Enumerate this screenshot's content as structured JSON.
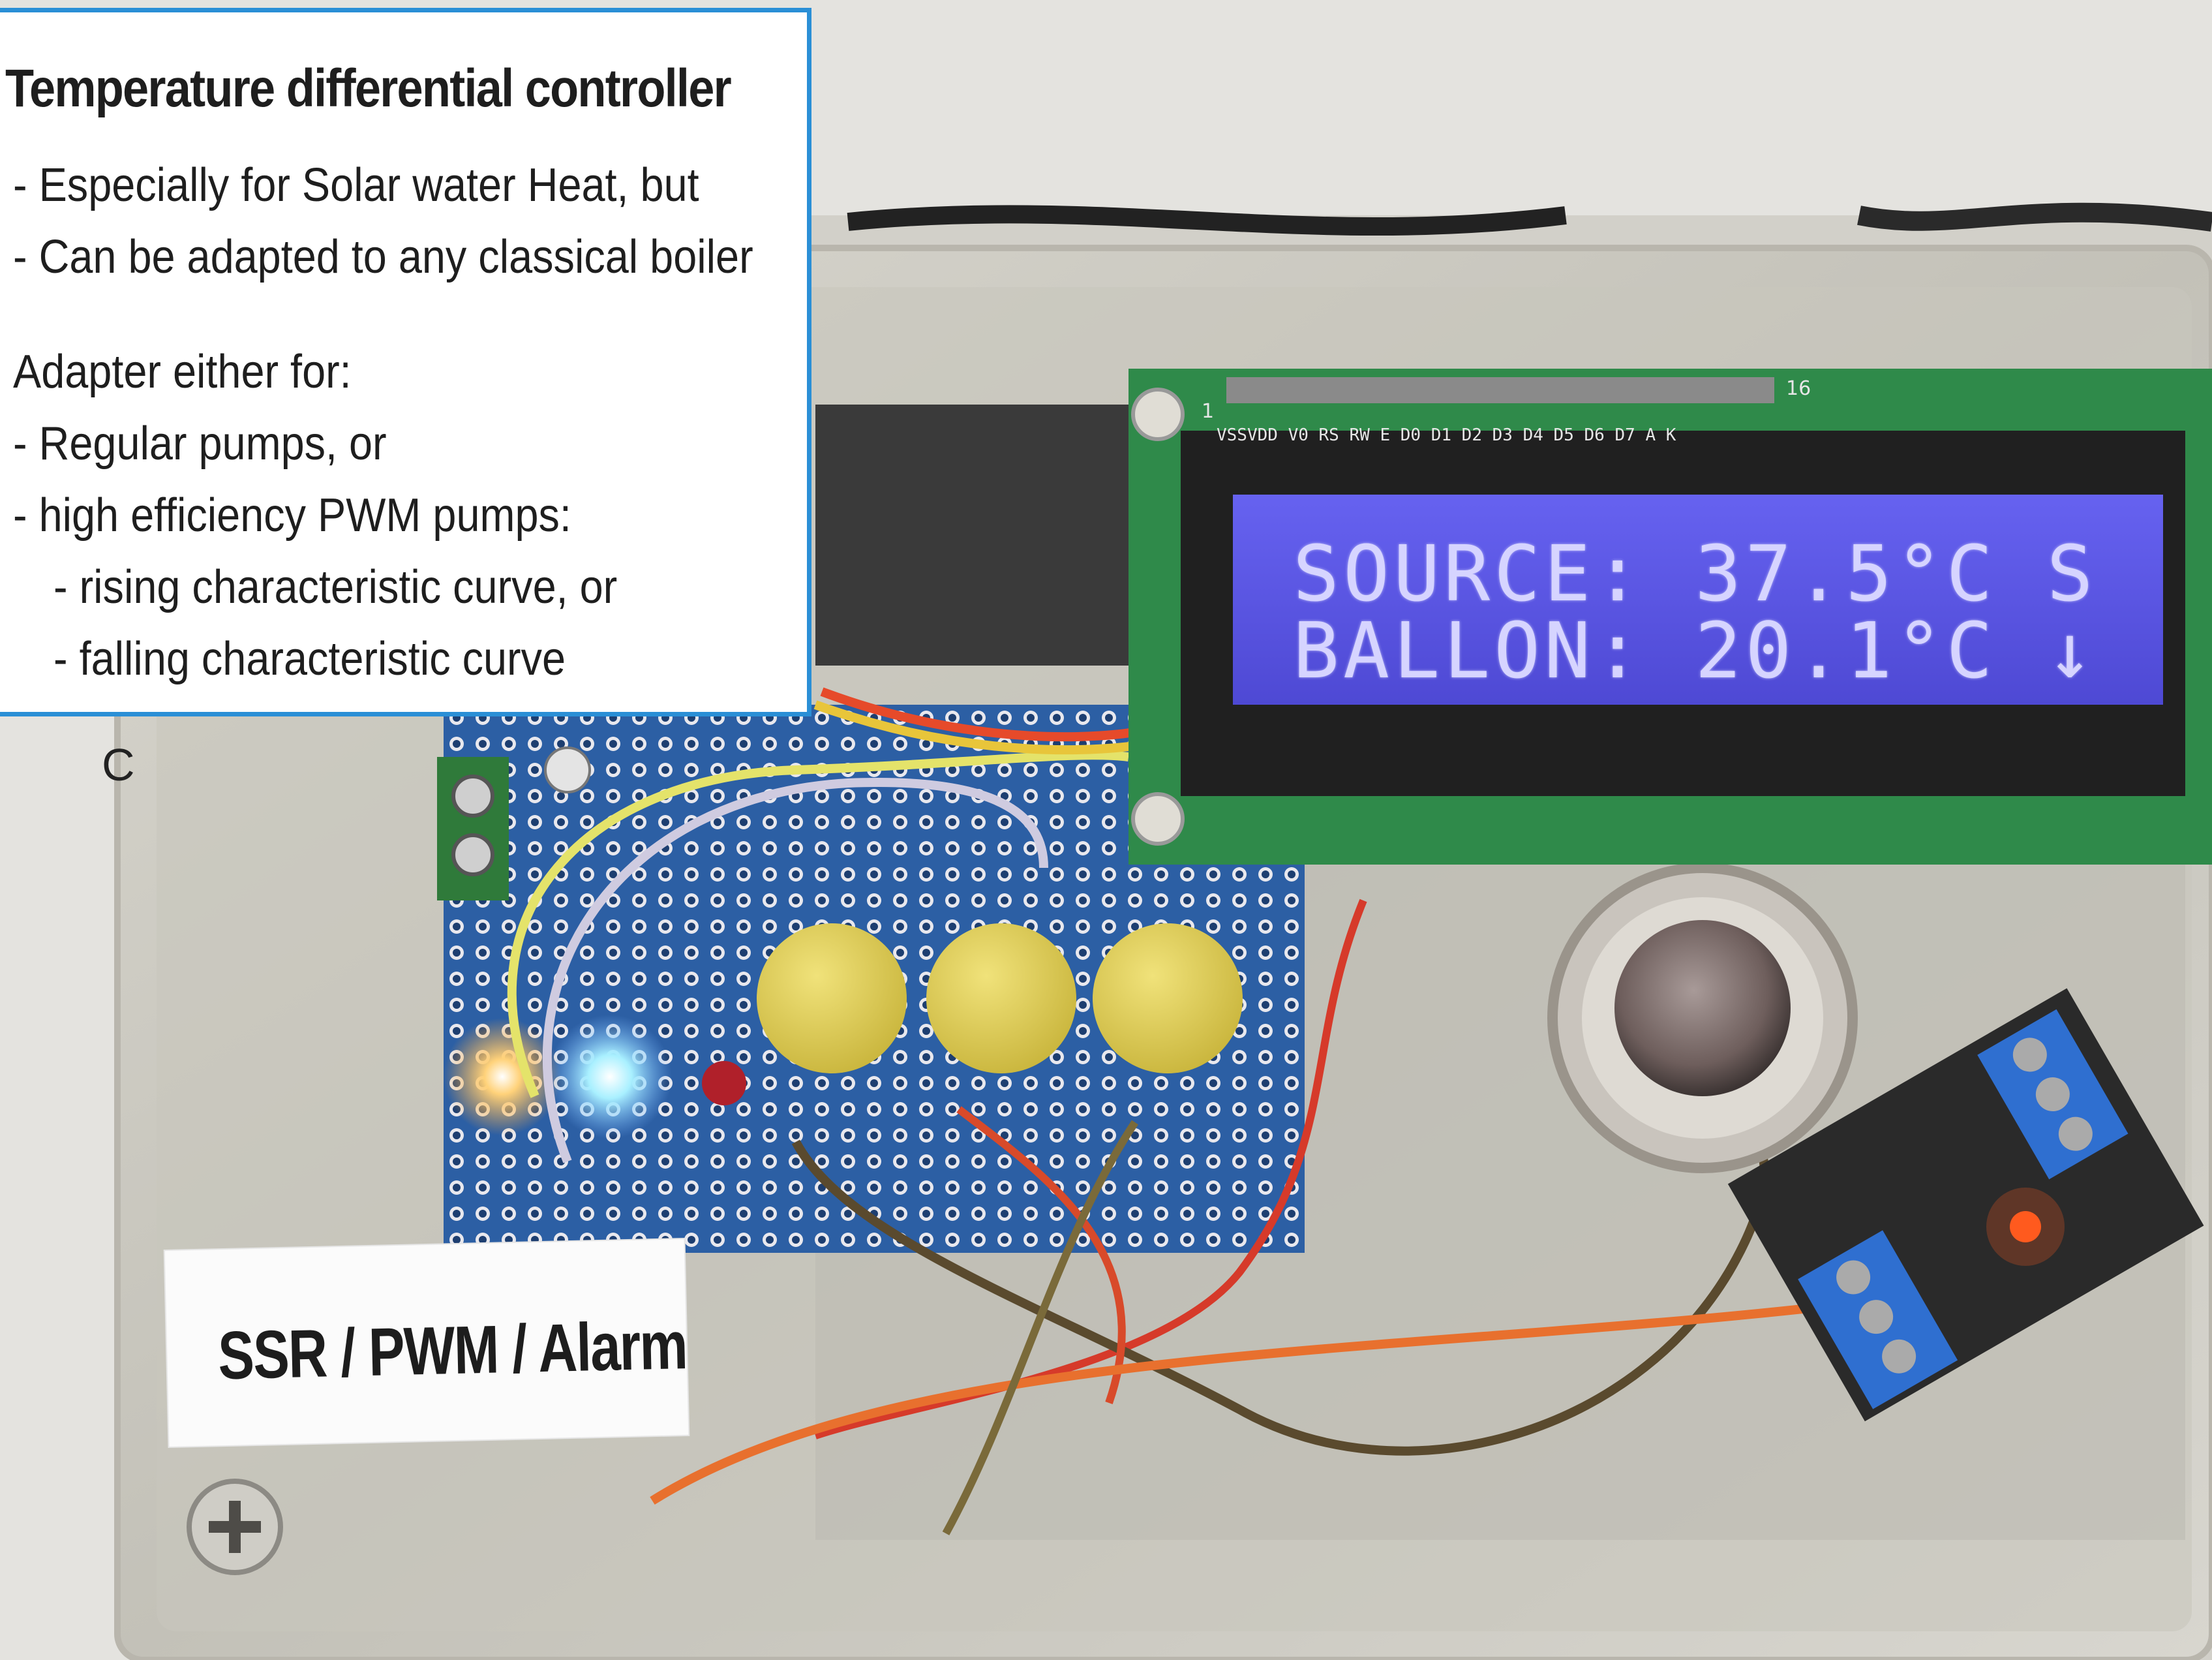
{
  "infobox": {
    "title": "Temperature differential controller",
    "lines": [
      "- Especially for Solar water Heat, but",
      "- Can be adapted to any classical boiler",
      "Adapter either for:",
      "- Regular pumps, or",
      "- high efficiency PWM pumps:",
      "- rising characteristic curve, or",
      "- falling characteristic curve"
    ]
  },
  "lcd": {
    "row1": "SOURCE: 37.5°C S",
    "row2": "BALLON: 20.1°C ↓",
    "pin_labels": "VSSVDD V0 RS RW E D0 D1 D2 D3 D4 D5 D6 D7 A K",
    "pin_first": "1",
    "pin_last": "16"
  },
  "case_label": "SSR / PWM / Alarm",
  "side_label": "C",
  "colors": {
    "box_border": "#2a8fd6",
    "lcd_backlight": "#5a55e0",
    "lcd_text": "#d6d4ff",
    "pcb": "#2a5fa8",
    "button_caps": "#e0cf55",
    "relay_terminal": "#2f6fd0"
  }
}
